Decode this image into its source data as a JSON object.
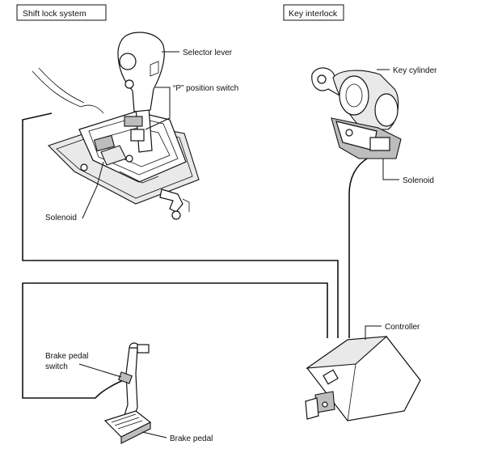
{
  "titles": {
    "shift_lock": "Shift lock system",
    "key_interlock": "Key interlock"
  },
  "labels": {
    "selector_lever": "Selector lever",
    "p_position_switch": "“P” position switch",
    "solenoid_left": "Solenoid",
    "key_cylinder": "Key cylinder",
    "solenoid_right": "Solenoid",
    "controller": "Controller",
    "brake_pedal_switch_line1": "Brake pedal",
    "brake_pedal_switch_line2": "switch",
    "brake_pedal": "Brake pedal"
  }
}
